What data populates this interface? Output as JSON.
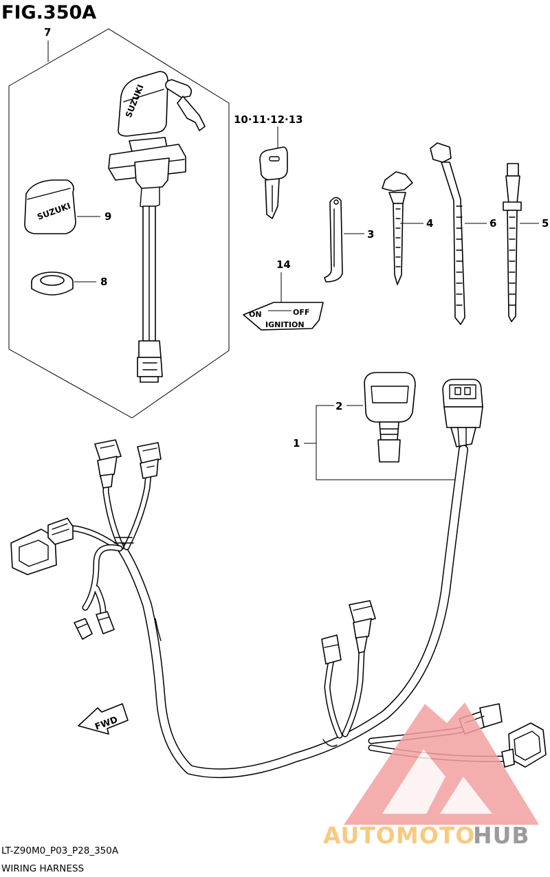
{
  "figure": {
    "title": "FIG.350A",
    "code": "LT-Z90M0_P03_P28_350A",
    "caption": "WIRING HARNESS"
  },
  "callouts": {
    "c1": "1",
    "c2": "2",
    "c3": "3",
    "c4": "4",
    "c5": "5",
    "c6": "6",
    "c7": "7",
    "c8": "8",
    "c9": "9",
    "c10_13": "10·11·12·13",
    "c14": "14"
  },
  "decal": {
    "on": "ON",
    "off": "OFF",
    "ignition": "IGNITION"
  },
  "brand_marks": {
    "key_cap": "SUZUKI",
    "cover": "SUZUKI"
  },
  "direction_arrow": "FWD",
  "watermark": {
    "part1": "AUTOMOTO",
    "part2": "HUB",
    "color_primary": "#f4a0a0",
    "color_secondary": "#8a8a8a",
    "color_text": "#f6c16a"
  }
}
